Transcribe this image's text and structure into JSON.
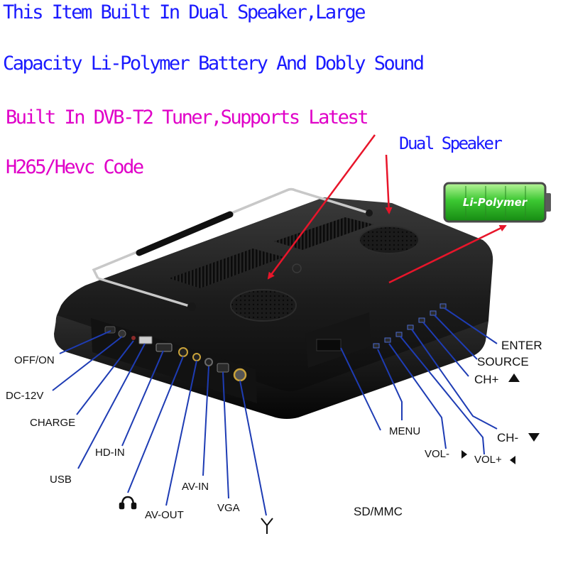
{
  "headline": {
    "line1": "This Item Built In Dual Speaker,Large",
    "line2": "Capacity Li-Polymer Battery And Dobly Sound",
    "line3": "Built In DVB-T2 Tuner,Supports Latest",
    "line4": "H265/Hevc Code"
  },
  "callouts": {
    "dual_speaker": "Dual Speaker",
    "battery": "Li-Polymer"
  },
  "ports_left": {
    "off_on": "OFF/ON",
    "dc12v": "DC-12V",
    "charge": "CHARGE",
    "usb": "USB",
    "hd_in": "HD-IN",
    "av_out": "AV-OUT",
    "av_in": "AV-IN",
    "vga": "VGA"
  },
  "ports_right": {
    "sd_mmc": "SD/MMC",
    "menu": "MENU",
    "vol_minus": "VOL-",
    "vol_plus": "VOL+",
    "ch_minus": "CH-",
    "ch_plus": "CH+",
    "source": "SOURCE",
    "enter": "ENTER"
  },
  "colors": {
    "headline_blue": "#1a1aff",
    "headline_magenta": "#e000c8",
    "speaker_blue": "#1a1aff",
    "arrow_red": "#e8152a",
    "leader_blue": "#1e3cb4",
    "battery_green": "#3cc832",
    "device_black": "#141414"
  },
  "icons": [
    "headphone-icon",
    "antenna-icon",
    "triangle-up-icon",
    "triangle-down-icon",
    "triangle-right-icon",
    "triangle-left-icon"
  ]
}
